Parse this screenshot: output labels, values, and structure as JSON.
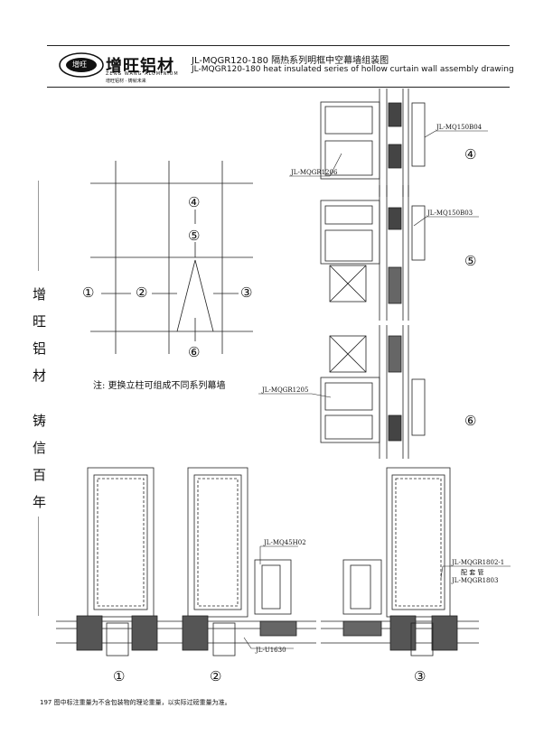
{
  "header": {
    "logo_text": "增旺",
    "brand_cn": "增旺铝材",
    "brand_en": "ZENG WANG ALUMINIUM",
    "brand_slogan": "增旺铝材 · 铸就未来",
    "title_cn": "JL-MQGR120-180 隔热系列明框中空幕墙组装图",
    "title_en": "JL-MQGR120-180 heat insulated series of hollow curtain wall assembly drawing"
  },
  "sidebar": {
    "chars": [
      "增",
      "旺",
      "铝",
      "材",
      "铸",
      "信",
      "百",
      "年"
    ]
  },
  "grid_diagram": {
    "markers": [
      "①",
      "②",
      "③",
      "④",
      "⑤",
      "⑥"
    ],
    "note": "注: 更换立柱可组成不同系列幕墙"
  },
  "section_views": {
    "labels": {
      "jl_mq150b04": "JL-MQ150B04",
      "jl_mqgr1206": "JL-MQGR1206",
      "jl_mq150b03": "JL-MQ150B03",
      "jl_mqgr1205": "JL-MQGR1205"
    },
    "markers": [
      "④",
      "⑤",
      "⑥"
    ]
  },
  "plan_views": {
    "labels": {
      "jl_mq45h02": "JL-MQ45H02",
      "jl_u1630": "JL-U1630",
      "jl_mqgr1802_1": "JL-MQGR1802-1",
      "pei_tao_guan": "配 套 管",
      "jl_mqgr1803": "JL-MQGR1803"
    },
    "markers": [
      "①",
      "②",
      "③"
    ]
  },
  "footer": {
    "text": "197 图中标注重量为不含包装物的理论重量，以实际过磅重量为准。"
  }
}
